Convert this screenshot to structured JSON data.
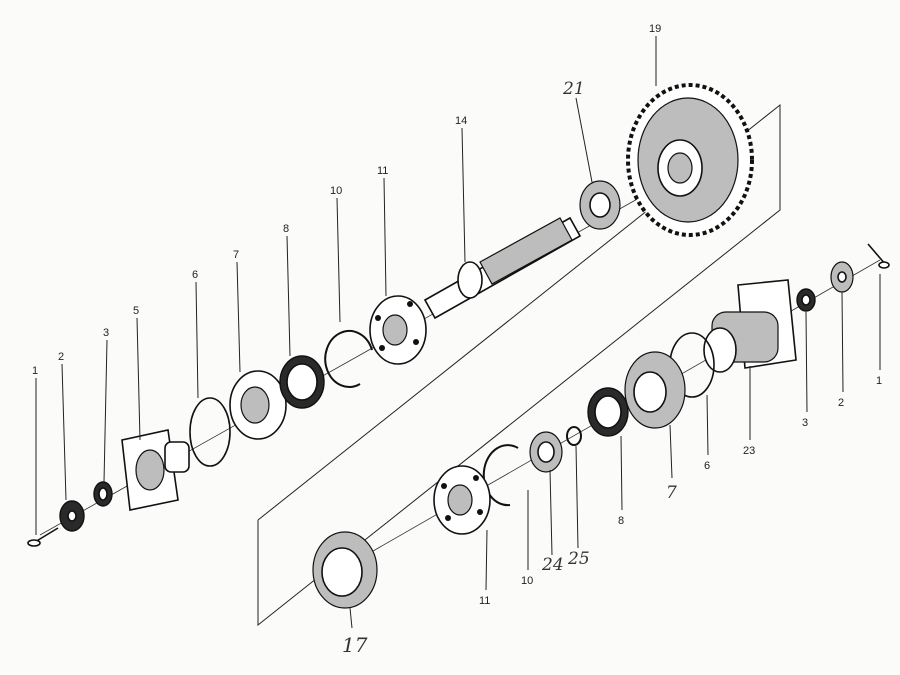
{
  "callouts": [
    {
      "id": "c1a",
      "text": "1"
    },
    {
      "id": "c2a",
      "text": "2"
    },
    {
      "id": "c3a",
      "text": "3"
    },
    {
      "id": "c5",
      "text": "5"
    },
    {
      "id": "c6a",
      "text": "6"
    },
    {
      "id": "c7a",
      "text": "7"
    },
    {
      "id": "c8a",
      "text": "8"
    },
    {
      "id": "c10a",
      "text": "10"
    },
    {
      "id": "c11a",
      "text": "11"
    },
    {
      "id": "c14",
      "text": "14"
    },
    {
      "id": "c19",
      "text": "19"
    },
    {
      "id": "c1b",
      "text": "1"
    },
    {
      "id": "c2b",
      "text": "2"
    },
    {
      "id": "c3b",
      "text": "3"
    },
    {
      "id": "c23",
      "text": "23"
    },
    {
      "id": "c6b",
      "text": "6"
    },
    {
      "id": "c8b",
      "text": "8"
    },
    {
      "id": "c10b",
      "text": "10"
    },
    {
      "id": "c11b",
      "text": "11"
    }
  ],
  "handwritten": [
    {
      "id": "h21",
      "text": "21"
    },
    {
      "id": "h7",
      "text": "7"
    },
    {
      "id": "h24",
      "text": "24"
    },
    {
      "id": "h25",
      "text": "25"
    },
    {
      "id": "h17",
      "text": "17"
    }
  ]
}
